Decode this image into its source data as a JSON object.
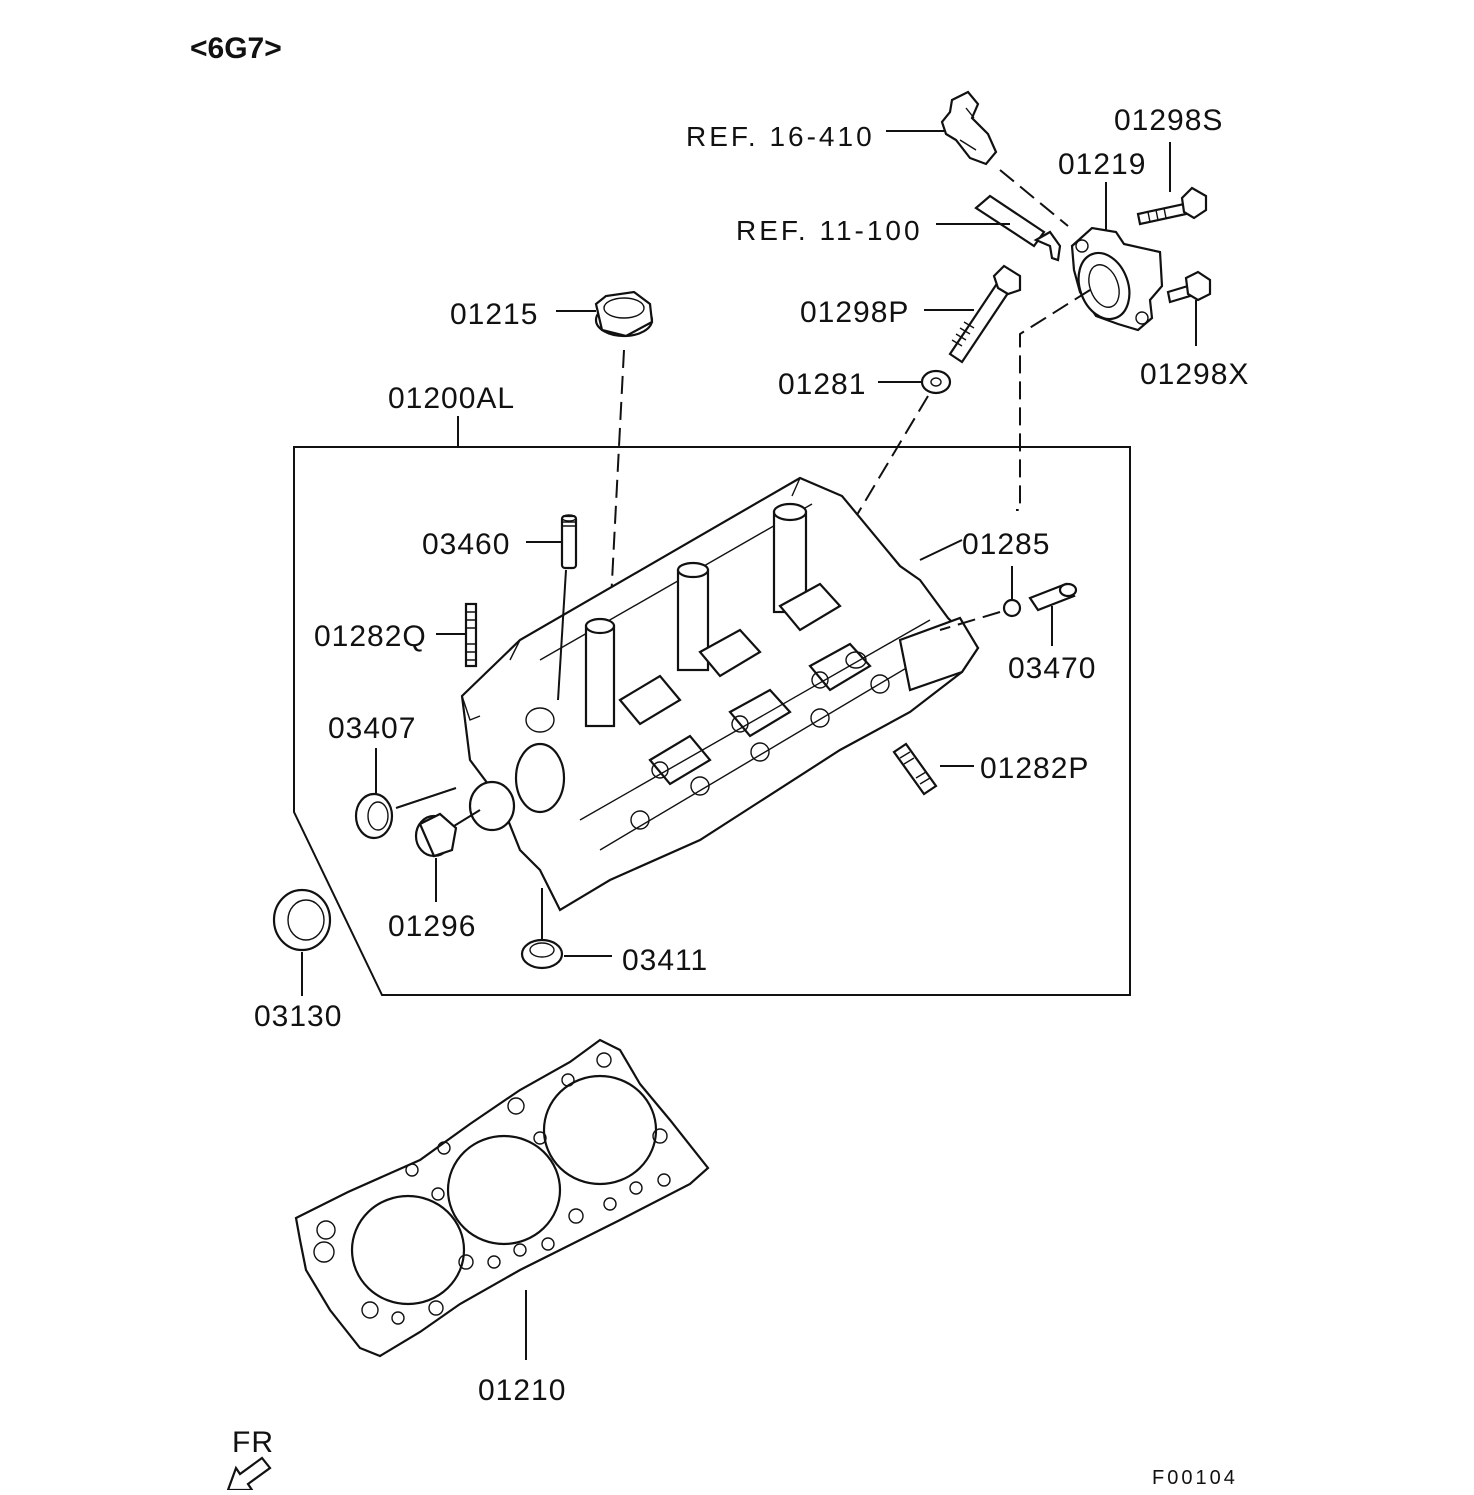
{
  "diagram": {
    "model_tag": "<6G7>",
    "figure_code": "F00104",
    "direction_label": "FR",
    "callouts": {
      "ref_16_410": "REF. 16-410",
      "ref_11_100": "REF. 11-100",
      "p01298S": "01298S",
      "p01219": "01219",
      "p01215": "01215",
      "p01298P": "01298P",
      "p01281": "01281",
      "p01298X": "01298X",
      "p01200AL": "01200AL",
      "p03460": "03460",
      "p01285": "01285",
      "p01282Q": "01282Q",
      "p03470": "03470",
      "p03407": "03407",
      "p01282P": "01282P",
      "p01296": "01296",
      "p03411": "03411",
      "p03130": "03130",
      "p01210": "01210"
    }
  }
}
